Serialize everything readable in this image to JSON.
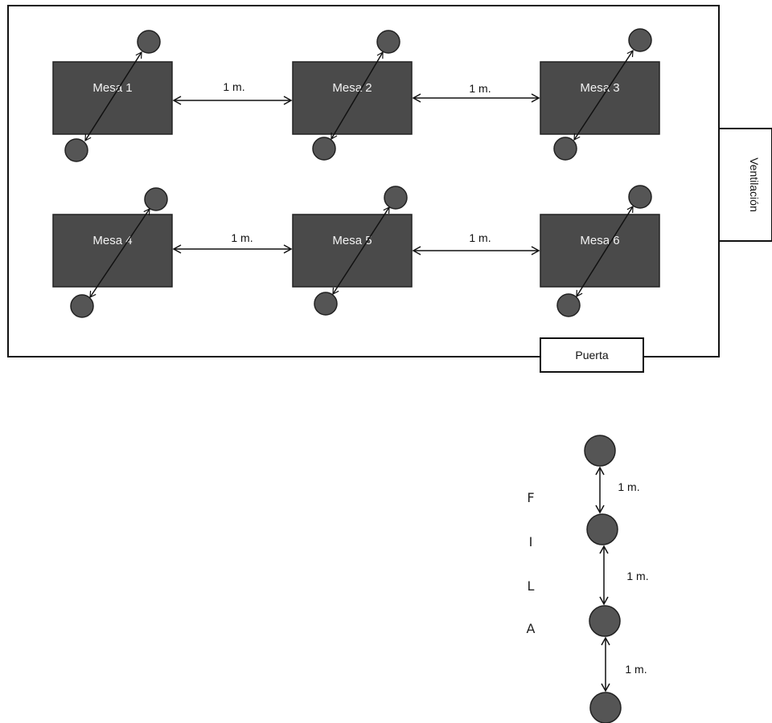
{
  "room": {
    "tables": [
      {
        "label": "Mesa 1"
      },
      {
        "label": "Mesa 2"
      },
      {
        "label": "Mesa 3"
      },
      {
        "label": "Mesa 4"
      },
      {
        "label": "Mesa 5"
      },
      {
        "label": "Mesa 6"
      }
    ],
    "table_spacing_label": "1 m.",
    "ventilation_label": "Ventilación",
    "door_label": "Puerta"
  },
  "queue": {
    "letters": [
      "F",
      "I",
      "L",
      "A"
    ],
    "spacing_label": "1 m."
  },
  "colors": {
    "table_fill": "#4a4a4a",
    "table_text": "#f2f2f2",
    "person_fill": "#555555",
    "line": "#111111"
  }
}
